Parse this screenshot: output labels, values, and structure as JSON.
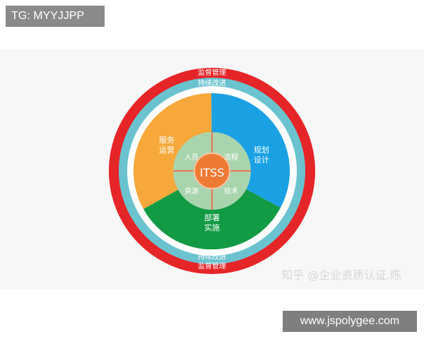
{
  "overlay_top_left": "TG: MYYJJPP",
  "overlay_bottom_right": "www.jspolygee.com",
  "watermark": "知乎 @企业资质认证.陈",
  "diagram": {
    "outer_ring_top": "监督管理",
    "outer_ring_bottom": "监督管理",
    "inner_ring_top": "持续改进",
    "inner_ring_bottom": "持续改进",
    "center": "ITSS",
    "quadrants": [
      "人员",
      "流程",
      "资源",
      "技术"
    ],
    "sector_ops_line1": "服务",
    "sector_ops_line2": "运营",
    "sector_plan_line1": "规划",
    "sector_plan_line2": "设计",
    "sector_deploy_line1": "部署",
    "sector_deploy_line2": "实施",
    "colors": {
      "outer_ring": "#e52528",
      "inner_ring": "#6ac3cf",
      "sector_ops": "#f6a83b",
      "sector_plan": "#1aa1e4",
      "sector_deploy": "#139a44",
      "inner_disc": "#a9d5ae",
      "center": "#ee7a33"
    }
  }
}
